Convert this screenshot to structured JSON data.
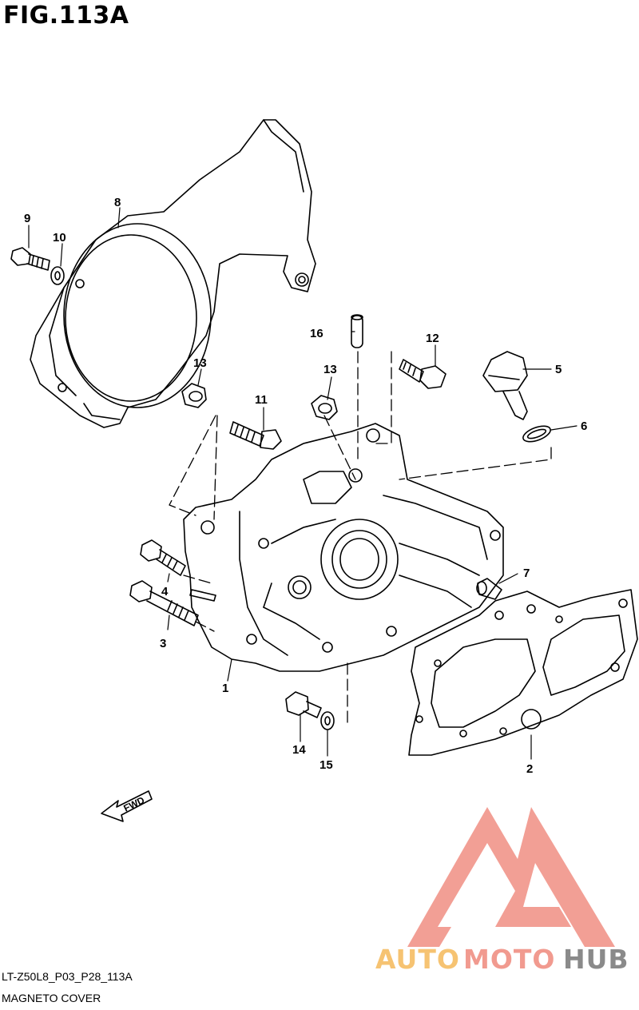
{
  "figure": {
    "title": "FIG.113A",
    "model_code": "LT-Z50L8_P03_P28_113A",
    "section_name": "MAGNETO COVER"
  },
  "callouts": [
    "1",
    "2",
    "3",
    "4",
    "5",
    "6",
    "7",
    "8",
    "9",
    "10",
    "11",
    "12",
    "13",
    "13",
    "14",
    "15",
    "16"
  ],
  "direction_label": "FWD",
  "watermark": {
    "part1": "AUTO",
    "part2": "MOTO",
    "part3": "HUB",
    "colors": {
      "auto": "#f6c372",
      "moto": "#f19a8f",
      "hub": "#8a8a8a",
      "logo": "#f19a8f"
    }
  }
}
